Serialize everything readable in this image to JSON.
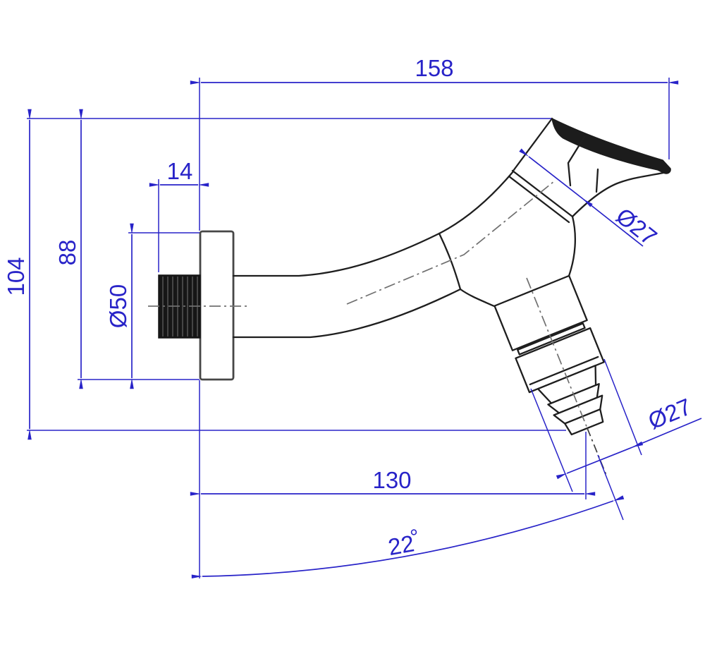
{
  "drawing": {
    "type": "technical-dimension-drawing",
    "subject": "wall-mounted bib tap, side elevation",
    "colors": {
      "dimension_blue": "#2823c8",
      "outline_black": "#1e1e1e",
      "centerline_gray": "#707070",
      "background": "#ffffff"
    },
    "dimensions": {
      "overall_length": "158",
      "total_height": "104",
      "height_to_flange_bottom": "88",
      "thread_length": "14",
      "flange_diameter": "Ø50",
      "body_diameter": "Ø27",
      "outlet_diameter": "Ø27",
      "outlet_reach": "130",
      "outlet_angle": "22",
      "degree_symbol": "°"
    }
  }
}
